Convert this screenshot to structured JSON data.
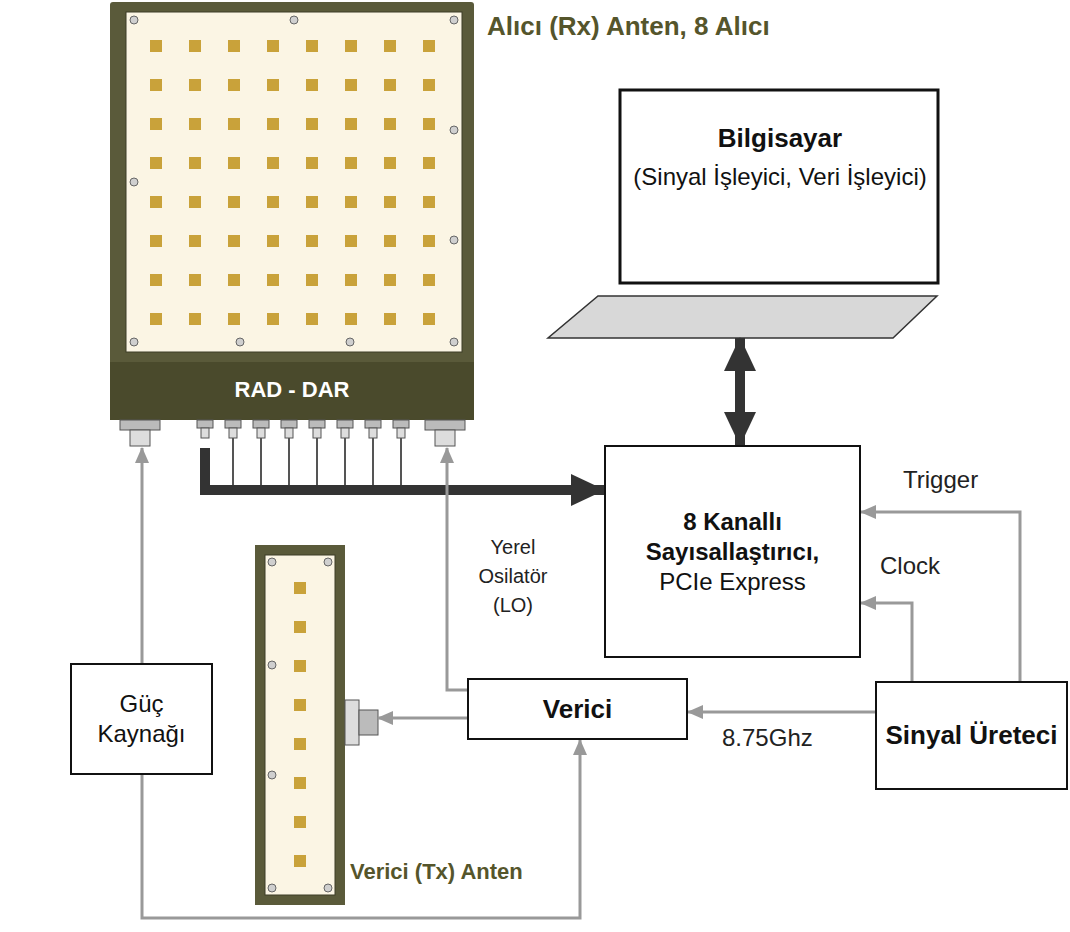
{
  "diagram": {
    "nodes": [
      {
        "text": [
          "Alıcı (Rx) Anten, 8 Alıcı",
          "RAD - DAR"
        ]
      },
      {
        "text": [
          "Bilgisayar",
          "(Sinyal İşleyici, Veri İşleyici)"
        ]
      },
      {
        "text": [
          "8 Kanallı Sayısallaştırıcı,",
          "PCIe Express"
        ]
      },
      {
        "text": [
          "Güç Kaynağı"
        ]
      },
      {
        "text": [
          "Verici (Tx) Anten"
        ]
      },
      {
        "text": [
          "Verici"
        ]
      },
      {
        "text": [
          "Sinyal Üreteci"
        ]
      }
    ],
    "edges": [
      {
        "from": 0,
        "to": 2,
        "arrow": "to"
      },
      {
        "from": 1,
        "to": 2,
        "arrow": "both"
      },
      {
        "from": 6,
        "to": 2,
        "label": "Trigger",
        "arrow": "to"
      },
      {
        "from": 6,
        "to": 2,
        "label": "Clock",
        "arrow": "to"
      },
      {
        "from": 6,
        "to": 5,
        "label": "8.75Ghz",
        "arrow": "to"
      },
      {
        "from": 5,
        "to": 4,
        "arrow": "to"
      },
      {
        "from": 5,
        "to": 0,
        "label": "Yerel Osilatör (LO)",
        "arrow": "to"
      },
      {
        "from": 3,
        "to": 0,
        "arrow": "to"
      },
      {
        "from": 3,
        "to": 5,
        "arrow": "to"
      }
    ]
  }
}
